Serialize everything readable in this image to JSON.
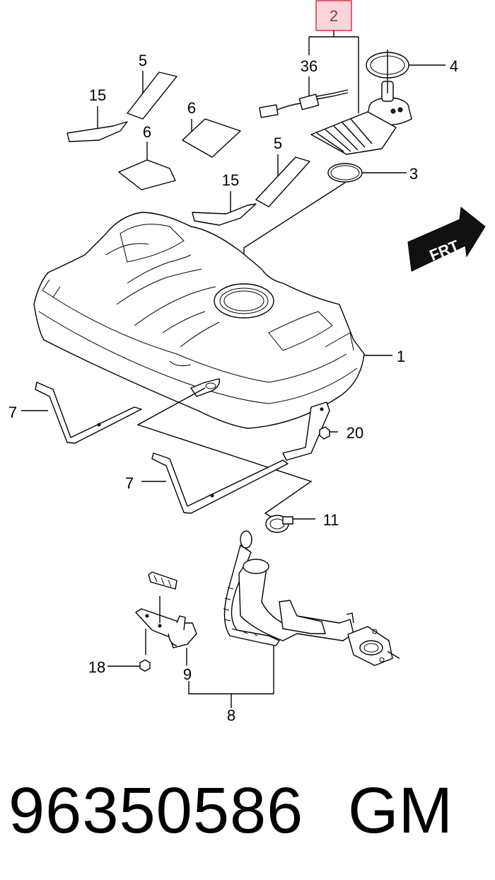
{
  "callouts": {
    "c2": "2",
    "c36": "36",
    "c4": "4",
    "c5a": "5",
    "c15a": "15",
    "c6a": "6",
    "c6b": "6",
    "c5b": "5",
    "c3": "3",
    "c15b": "15",
    "c1": "1",
    "c7a": "7",
    "c20": "20",
    "c7b": "7",
    "c11": "11",
    "c18": "18",
    "c9": "9",
    "c8": "8"
  },
  "frt_label": "FRT",
  "part_number": "96350586",
  "brand": "GM",
  "colors": {
    "highlight_fill": "#f9d6dc",
    "highlight_stroke": "#d9334d",
    "line": "#000000",
    "arrow_fill": "#111111"
  }
}
